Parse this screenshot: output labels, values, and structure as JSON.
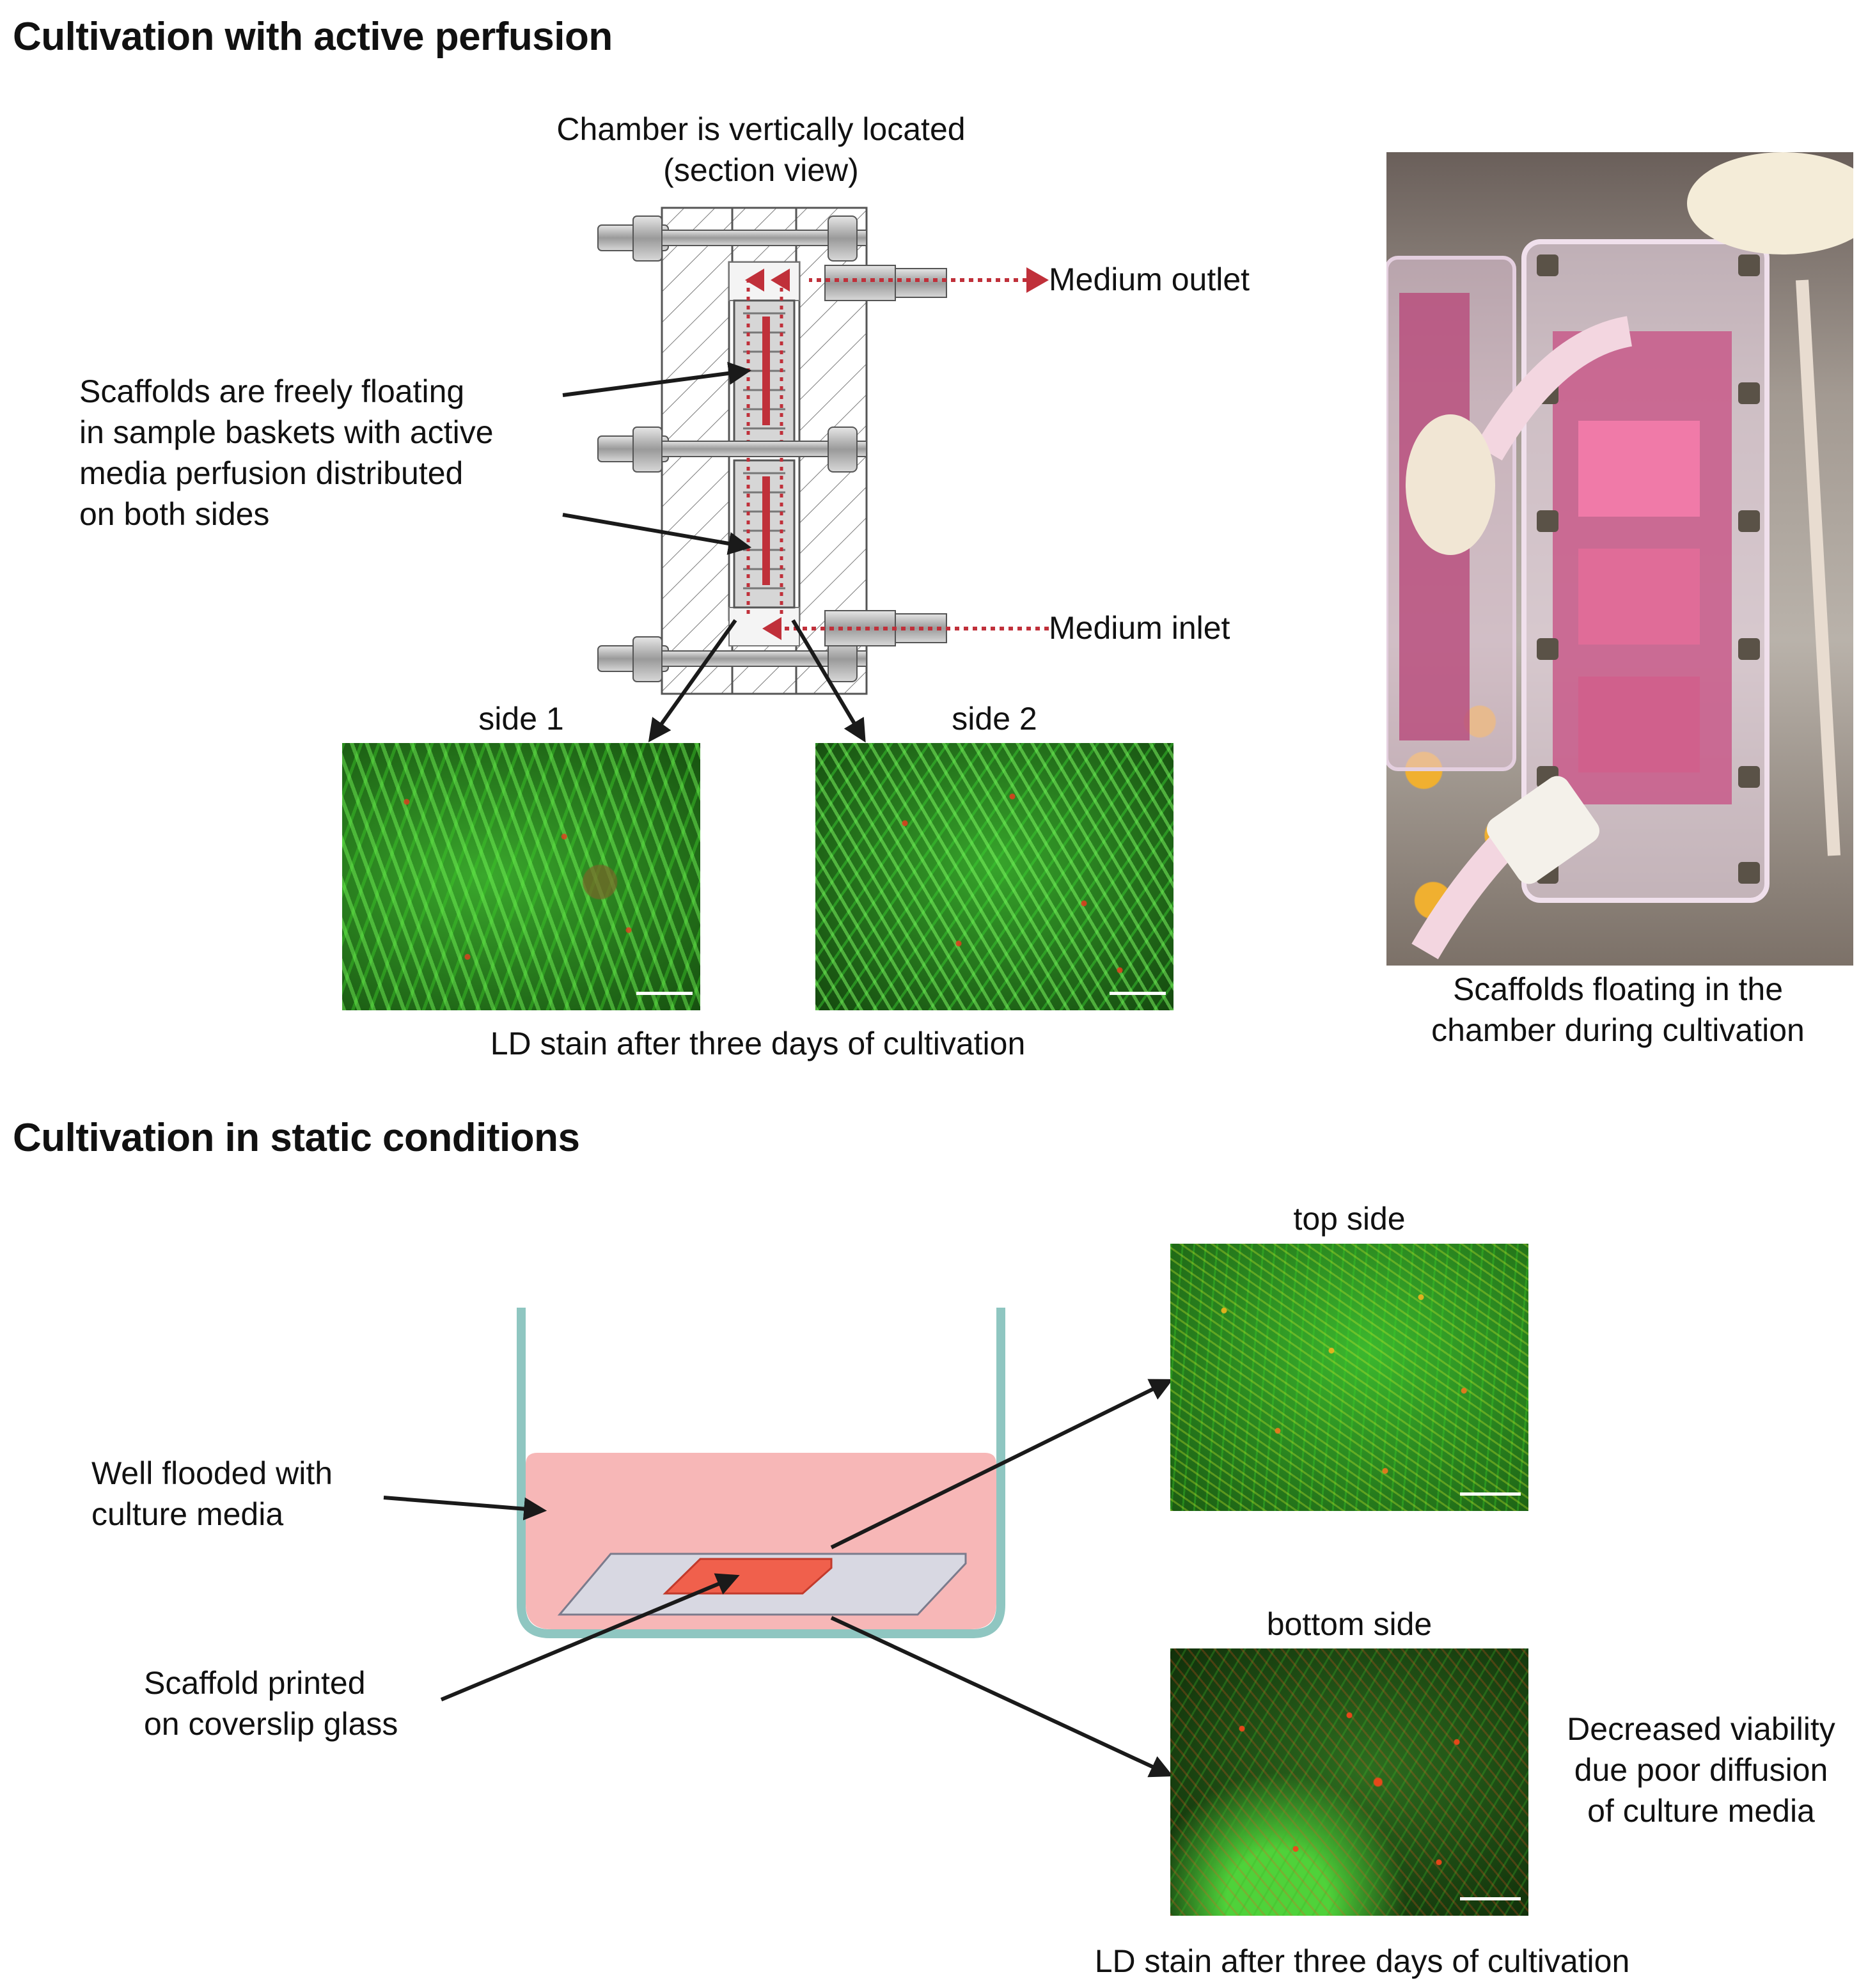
{
  "perfusion": {
    "heading": "Cultivation with active perfusion",
    "chamber_title_line1": "Chamber is vertically located",
    "chamber_title_line2": "(section view)",
    "outlet_label": "Medium outlet",
    "inlet_label": "Medium inlet",
    "scaffolds_line1": "Scaffolds are freely floating",
    "scaffolds_line2": "in sample baskets with active",
    "scaffolds_line3": "media perfusion distributed",
    "scaffolds_line4": "on both sides",
    "side1_label": "side 1",
    "side2_label": "side 2",
    "stain_caption": "LD stain after three days of cultivation",
    "photo_caption_line1": "Scaffolds floating in the",
    "photo_caption_line2": "chamber during cultivation"
  },
  "static": {
    "heading": "Cultivation in static conditions",
    "well_line1": "Well flooded with",
    "well_line2": "culture media",
    "scaffold_line1": "Scaffold printed",
    "scaffold_line2": "on coverslip glass",
    "top_label": "top side",
    "bottom_label": "bottom side",
    "viability_line1": "Decreased viability",
    "viability_line2": "due poor diffusion",
    "viability_line3": "of culture media",
    "stain_caption": "LD stain after three days of cultivation"
  },
  "colors": {
    "flow_arrow": "#c0303a",
    "live_stain": "#2fbf2a",
    "dead_stain": "#e03a20",
    "media": "#f7b7b7",
    "scaffold": "#f0604c",
    "well_outline": "#8fc6c1"
  }
}
